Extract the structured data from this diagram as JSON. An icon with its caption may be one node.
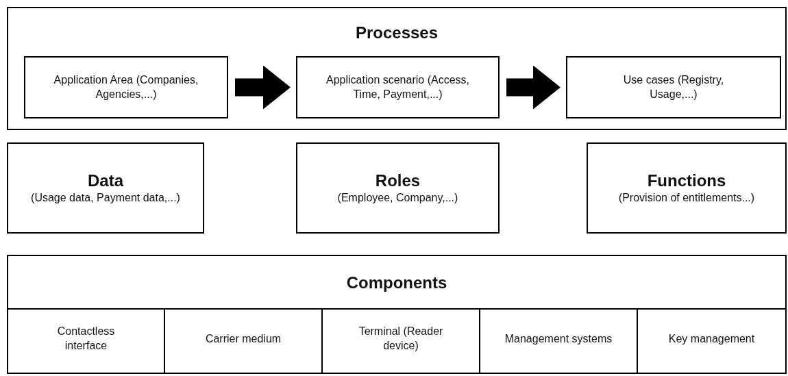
{
  "diagram": {
    "nodes": [
      {
        "text": [
          "Processes"
        ]
      },
      {
        "text": [
          "Application Area (Companies, Agencies,...)"
        ],
        "in": 0
      },
      {
        "text": [
          "Application scenario (Access, Time, Payment,...)"
        ],
        "in": 0
      },
      {
        "text": [
          "Use cases (Registry, Usage,...)"
        ],
        "in": 0
      },
      {
        "text": [
          "Data",
          "(Usage data, Payment data,...)"
        ]
      },
      {
        "text": [
          "Roles",
          "(Employee, Company,...)"
        ]
      },
      {
        "text": [
          "Functions",
          "(Provision of entitlements...)"
        ]
      },
      {
        "text": [
          "Components"
        ]
      },
      {
        "text": [
          "Contactless interface"
        ],
        "in": 7
      },
      {
        "text": [
          "Carrier medium"
        ],
        "in": 7
      },
      {
        "text": [
          "Terminal (Reader device)"
        ],
        "in": 7
      },
      {
        "text": [
          "Management systems"
        ],
        "in": 7
      },
      {
        "text": [
          "Key management"
        ],
        "in": 7
      }
    ],
    "edges": [
      {
        "from": 1,
        "to": 2,
        "arrow": "to"
      },
      {
        "from": 2,
        "to": 3,
        "arrow": "to"
      }
    ]
  }
}
